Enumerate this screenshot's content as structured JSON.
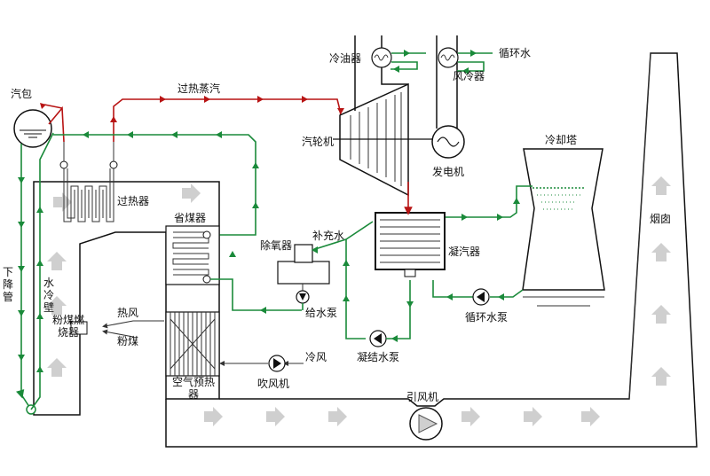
{
  "labels": {
    "drum": "汽包",
    "superheated_steam": "过热蒸汽",
    "oil_cooler": "冷油器",
    "circulating_water_top": "循环水",
    "air_cooler": "风冷器",
    "turbine": "汽轮机",
    "generator": "发电机",
    "cooling_tower": "冷却塔",
    "superheater": "过热器",
    "economizer": "省煤器",
    "deaerator": "除氧器",
    "makeup_water": "补充水",
    "condenser": "凝汽器",
    "chimney": "烟囱",
    "downcomer": "下降管",
    "water_wall": "水冷壁",
    "feed_pump": "给水泵",
    "circulating_pump": "循环水泵",
    "hot_air": "热风",
    "pulverized_coal": "粉煤",
    "burner": "粉煤燃烧器",
    "condensate_pump": "凝结水泵",
    "cold_air": "冷风",
    "forced_fan": "吹风机",
    "air_preheater": "空气预热器",
    "induced_fan": "引风机"
  },
  "colors": {
    "steam_pipe": "#b81414",
    "water_pipe": "#1a8a3a",
    "flue_arrow": "#cfcfcf",
    "outline": "#111111"
  }
}
